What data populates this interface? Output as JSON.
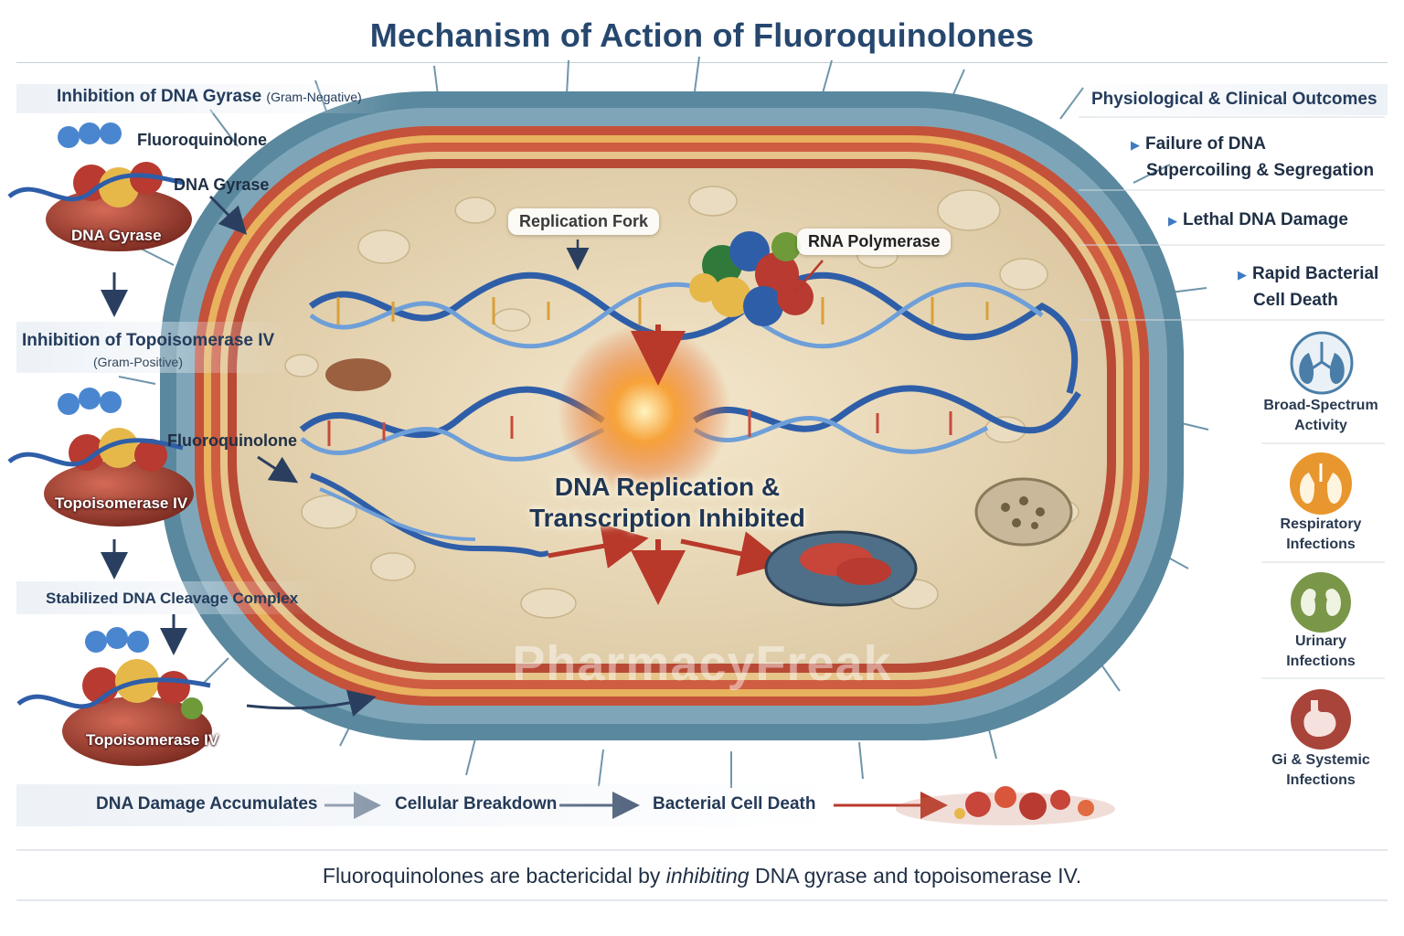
{
  "title": "Mechanism of Action of Fluoroquinolones",
  "left": {
    "step1_heading": "Inhibition of DNA Gyrase",
    "step1_heading_note": "(Gram-Negative)",
    "step1_drug_label": "Fluoroquinolone",
    "step1_enzyme_pointer": "DNA Gyrase",
    "step1_enzyme_label": "DNA Gyrase",
    "step2_heading": "Inhibition of Topoisomerase IV",
    "step2_heading_note": "(Gram-Positive)",
    "step2_drug_label": "Fluoroquinolone",
    "step2_enzyme_label": "Topoisomerase IV",
    "step3_heading": "Stabilized DNA Cleavage Complex",
    "step3_enzyme_label": "Topoisomerase IV"
  },
  "cell": {
    "replication_fork_label": "Replication Fork",
    "rna_polymerase_label": "RNA Polymerase",
    "center_line1": "DNA Replication &",
    "center_line2": "Transcription Inhibited",
    "watermark": "PharmacyFreak"
  },
  "right": {
    "heading": "Physiological & Clinical Outcomes",
    "outcomes": [
      {
        "line1": "Failure of DNA",
        "line2": "Supercoiling & Segregation"
      },
      {
        "line1": "Lethal DNA Damage",
        "line2": ""
      },
      {
        "line1": "Rapid Bacterial",
        "line2": "Cell Death"
      }
    ],
    "icons": [
      {
        "icon": "lungs-icon",
        "line1": "Broad-Spectrum",
        "line2": "Activity",
        "color": "#4a7ea8"
      },
      {
        "icon": "lungs-icon",
        "line1": "Respiratory",
        "line2": "Infections",
        "color": "#e08a2a"
      },
      {
        "icon": "kidney-icon",
        "line1": "Urinary",
        "line2": "Infections",
        "color": "#6e8a3c"
      },
      {
        "icon": "stomach-icon",
        "line1": "Gi & Systemic",
        "line2": "Infections",
        "color": "#a8443a"
      }
    ]
  },
  "flow": {
    "steps": [
      "DNA Damage Accumulates",
      "Cellular Breakdown",
      "Bacterial Cell Death"
    ]
  },
  "footer": {
    "part1": "Fluoroquinolones are bactericidal by ",
    "part2": "inhibiting",
    "part3": " DNA gyrase and topoisomerase IV."
  },
  "colors": {
    "title": "#26476e",
    "arrow": "#b8392a",
    "dna_blue": "#2f5ea8",
    "membrane_teal": "#4f7f96",
    "enzyme_red": "#9c3a2e"
  }
}
